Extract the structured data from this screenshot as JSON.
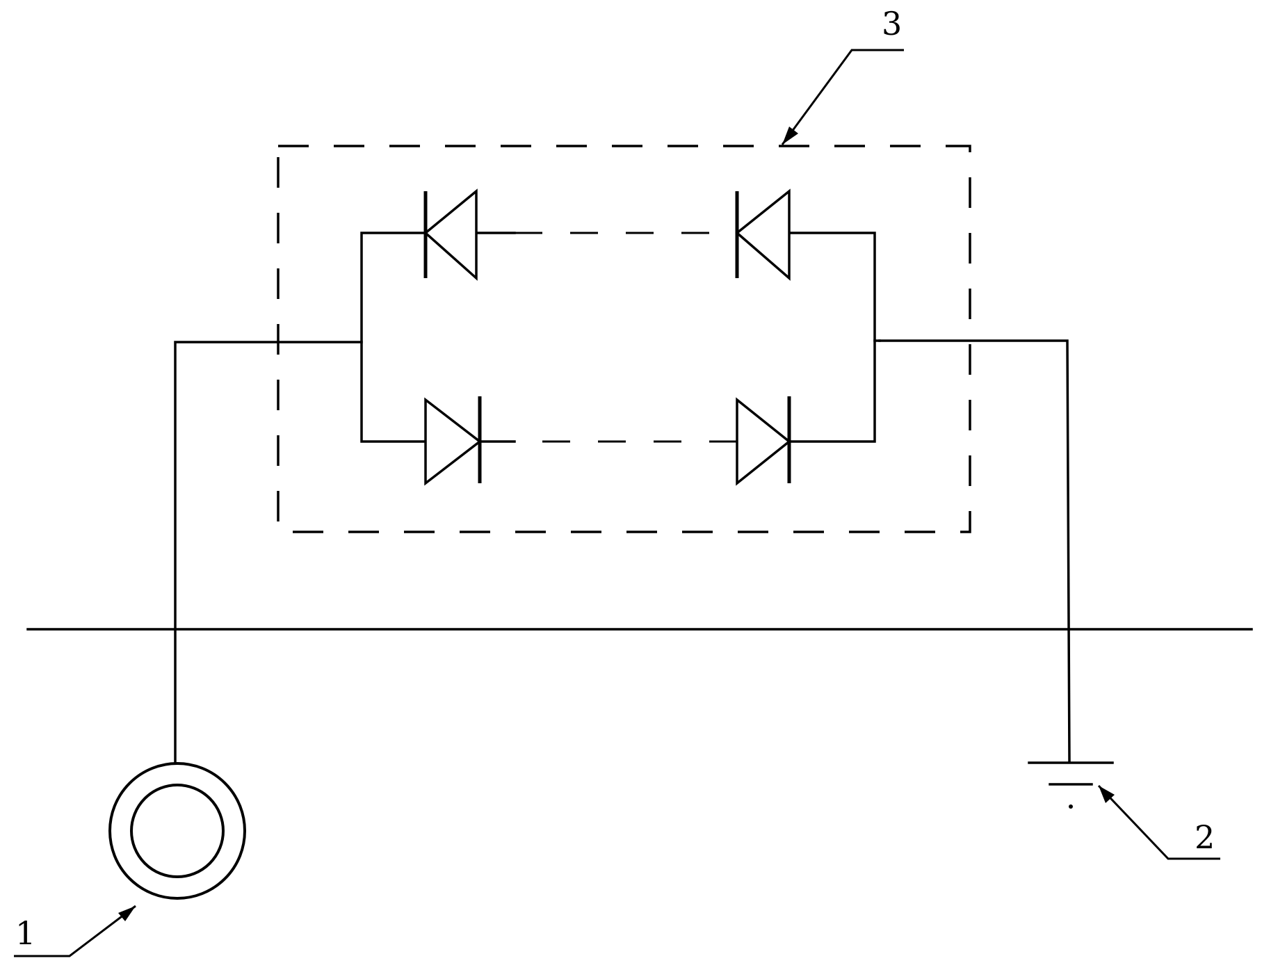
{
  "labels": {
    "ref_1": "1",
    "ref_2": "2",
    "ref_3": "3"
  }
}
